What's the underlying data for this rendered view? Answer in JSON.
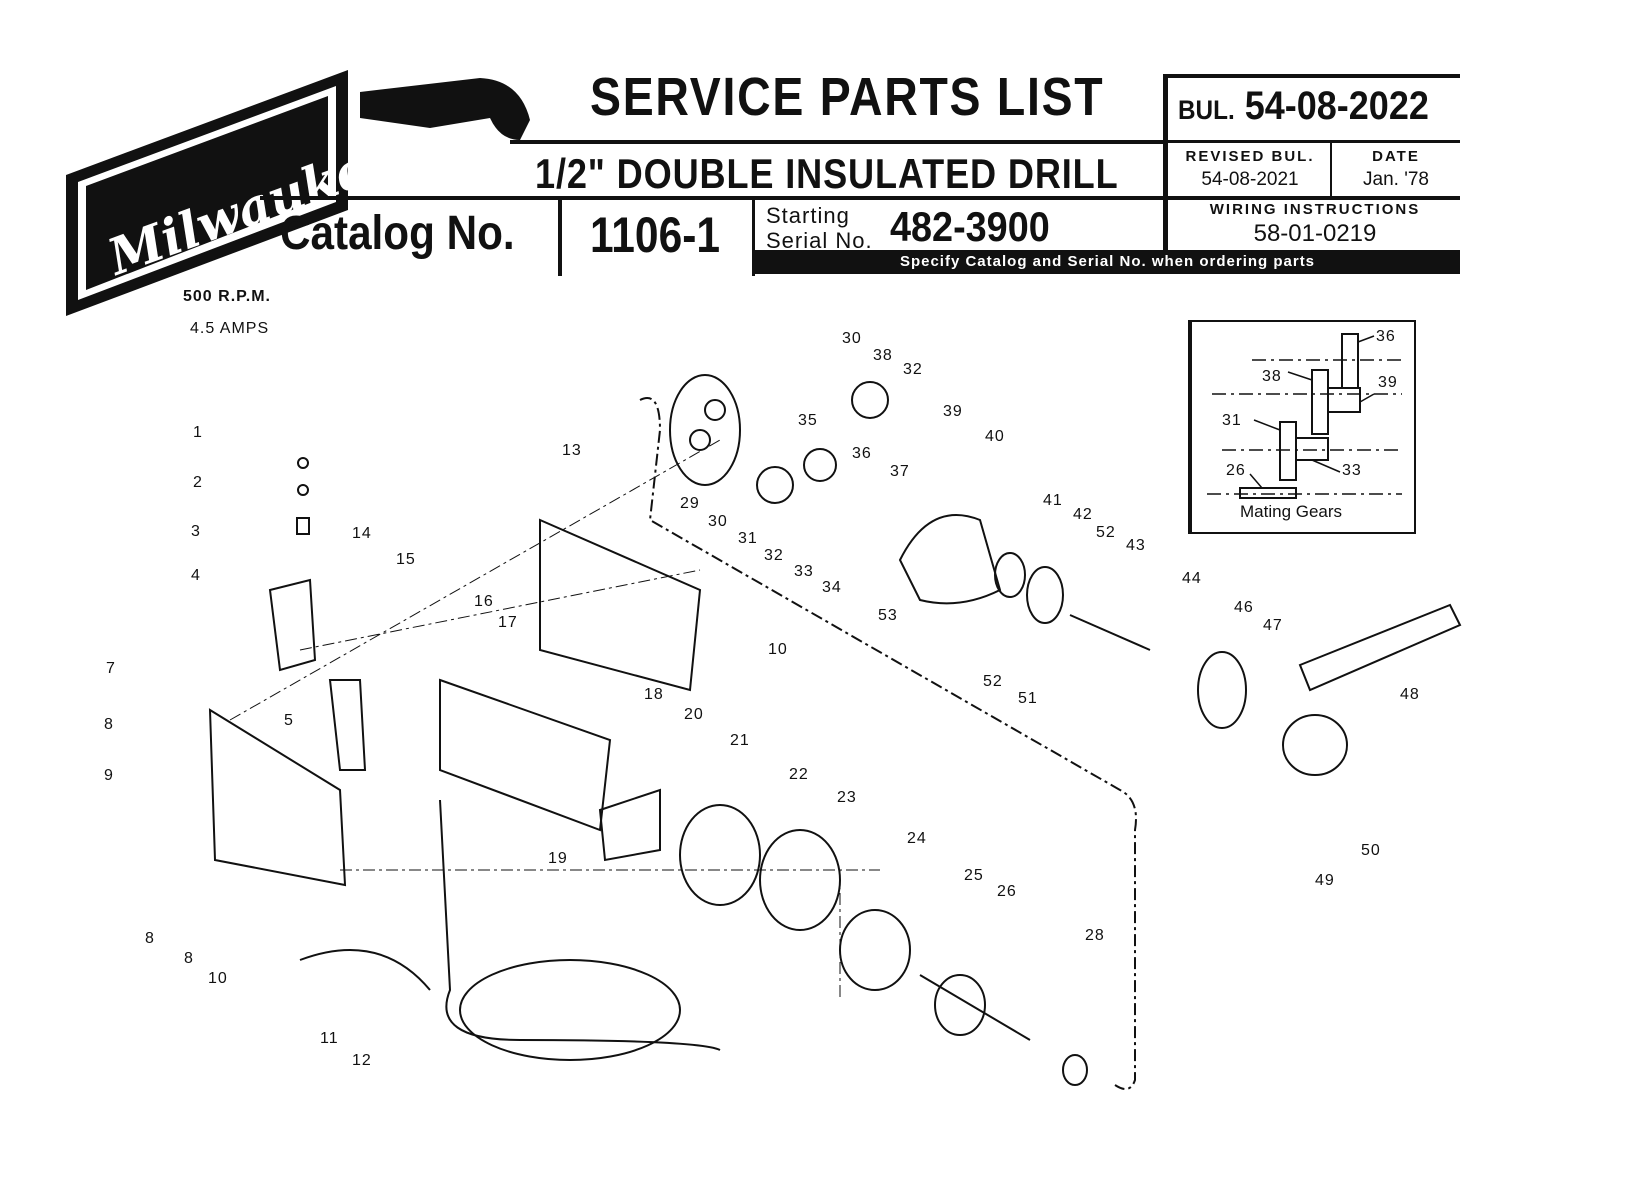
{
  "header": {
    "brand": "Milwaukee",
    "title": "SERVICE PARTS LIST",
    "subtitle": "1/2\" DOUBLE INSULATED DRILL",
    "catalog_label": "Catalog No.",
    "catalog_number": "1106-1",
    "serial_label_1": "Starting",
    "serial_label_2": "Serial No.",
    "serial_number": "482-3900",
    "specify_note": "Specify Catalog and Serial No. when ordering parts",
    "bulletin_prefix": "BUL.",
    "bulletin_number": "54-08-2022",
    "revised_label": "REVISED BUL.",
    "revised_value": "54-08-2021",
    "date_label": "DATE",
    "date_value": "Jan. '78",
    "wiring_label": "WIRING INSTRUCTIONS",
    "wiring_value": "58-01-0219"
  },
  "specs": {
    "rpm": "500 R.P.M.",
    "amps": "4.5 AMPS"
  },
  "callouts": [
    "1",
    "2",
    "3",
    "4",
    "14",
    "15",
    "16",
    "17",
    "13",
    "7",
    "8",
    "9",
    "5",
    "18",
    "20",
    "21",
    "10",
    "19",
    "22",
    "23",
    "24",
    "25",
    "26",
    "28",
    "8",
    "8",
    "10",
    "11",
    "12",
    "29",
    "30",
    "31",
    "32",
    "33",
    "34",
    "35",
    "36",
    "37",
    "30",
    "38",
    "32",
    "39",
    "40",
    "41",
    "42",
    "52",
    "43",
    "44",
    "53",
    "52",
    "51",
    "46",
    "47",
    "48",
    "50",
    "49"
  ],
  "inset": {
    "title": "Mating Gears",
    "labels": [
      "36",
      "39",
      "38",
      "31",
      "33",
      "26"
    ]
  }
}
